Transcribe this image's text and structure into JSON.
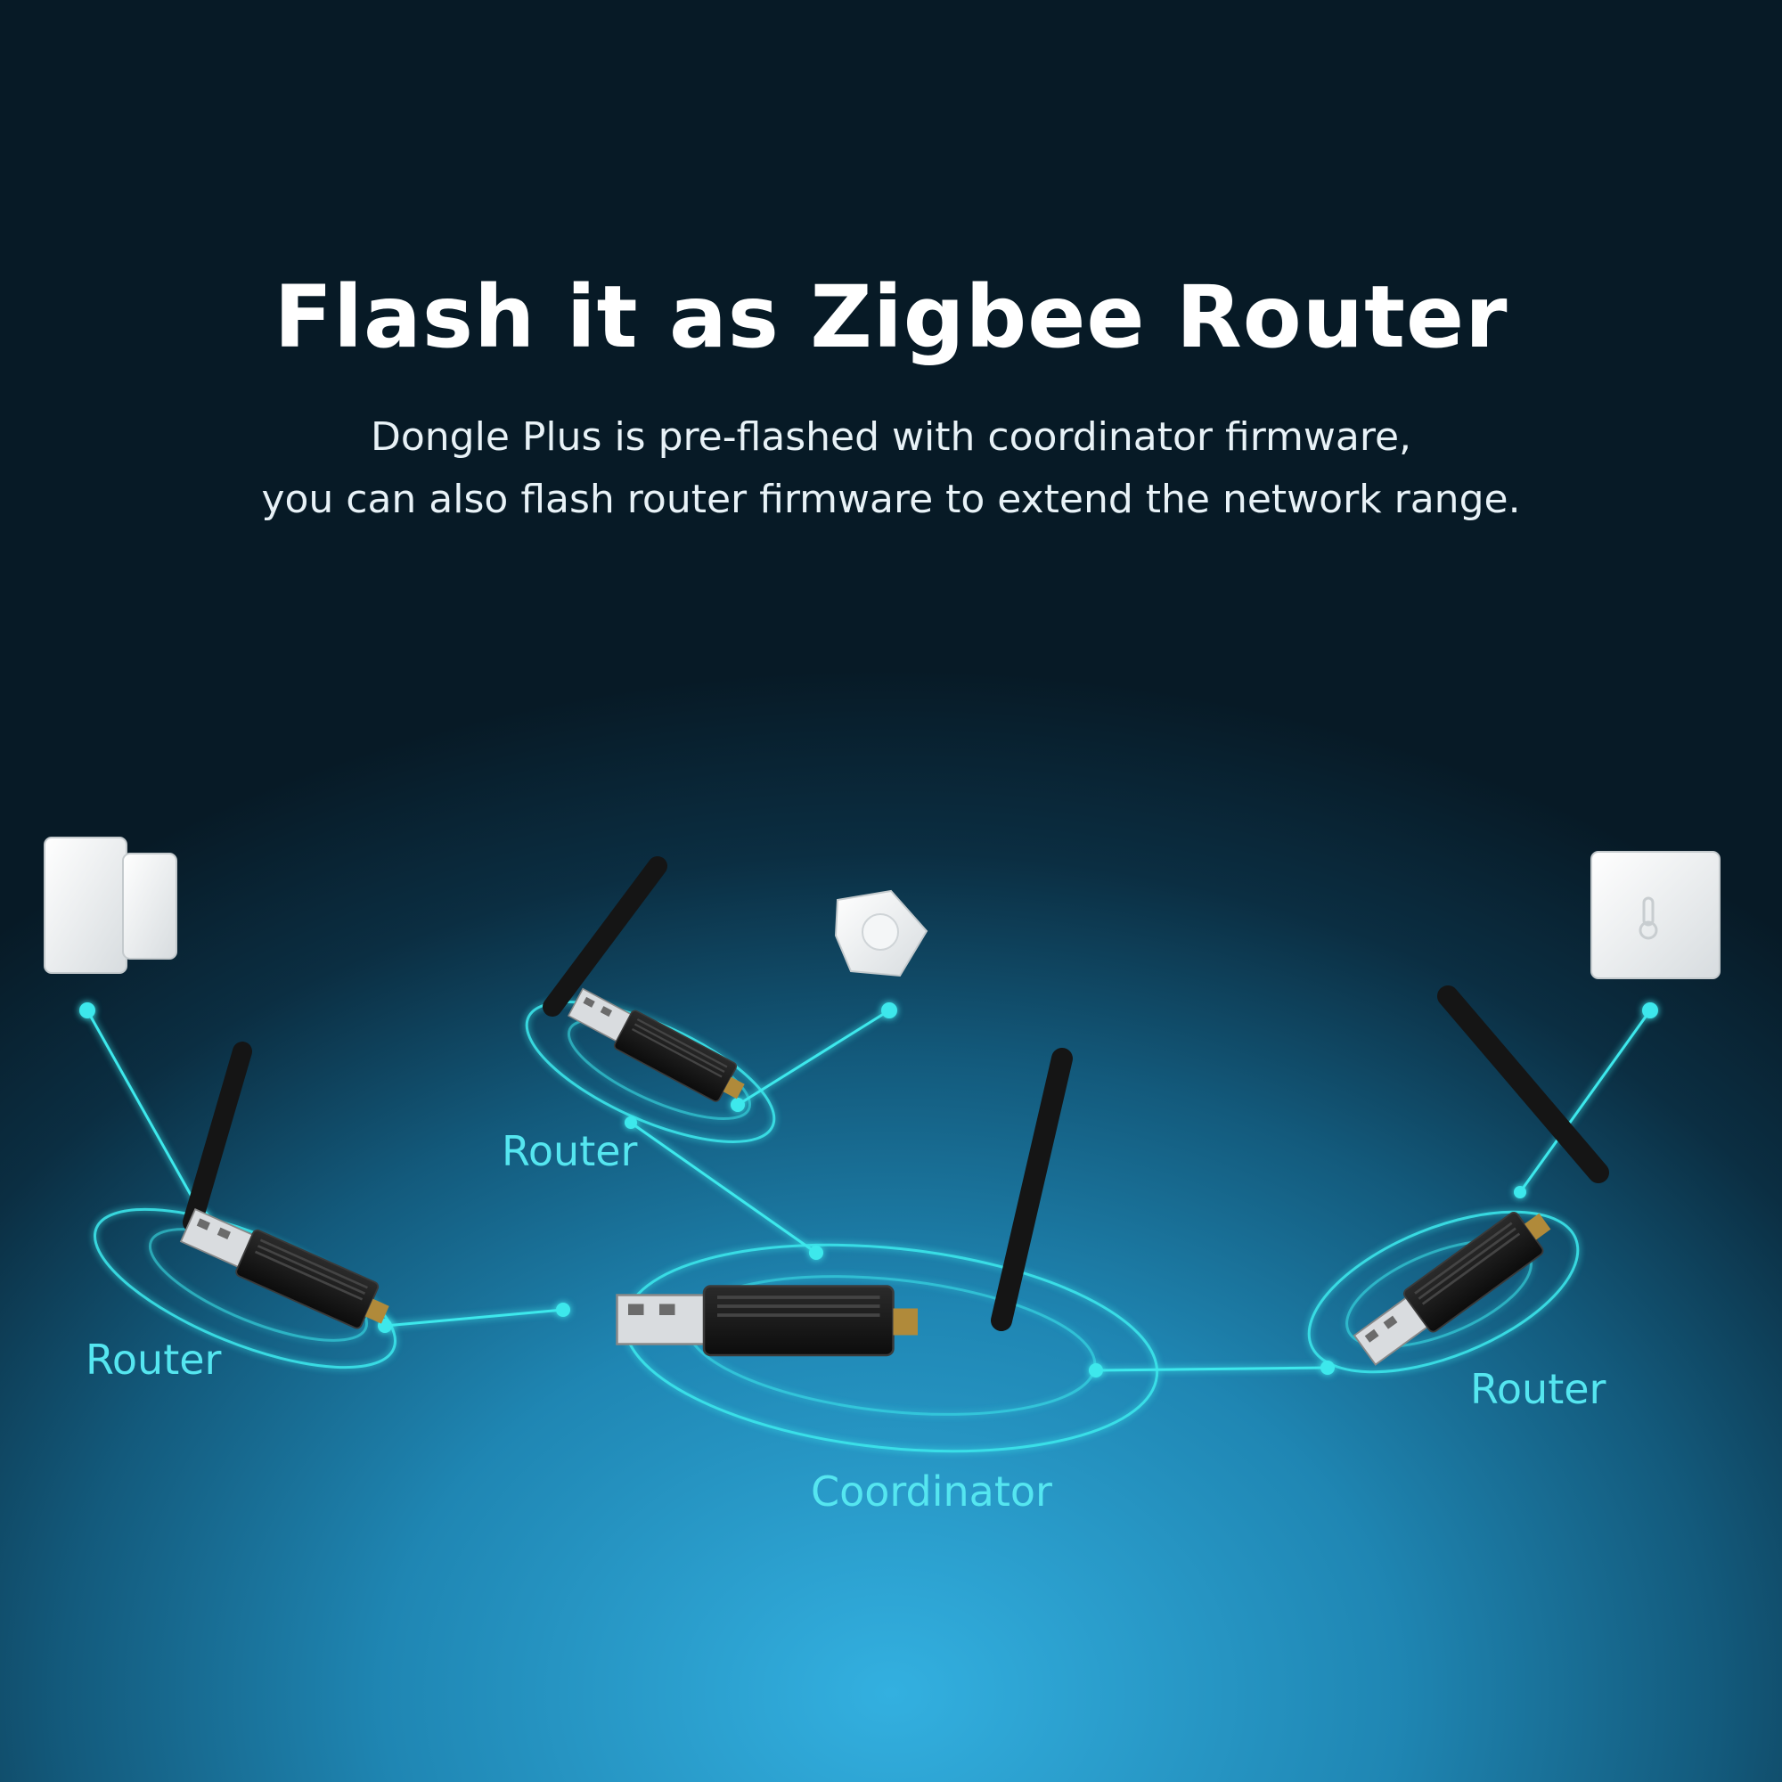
{
  "header": {
    "title": "Flash it as Zigbee Router",
    "subtitle_line1": "Dongle Plus is pre-flashed with coordinator firmware,",
    "subtitle_line2": "you can also flash router firmware to extend the network range."
  },
  "nodes": {
    "router_left": "Router",
    "router_top": "Router",
    "router_right": "Router",
    "coordinator": "Coordinator"
  },
  "colors": {
    "link": "#3ee8ec",
    "label": "#55e6f0"
  },
  "icons": {
    "sensor_left": "door-window-sensor-icon",
    "sensor_top": "motion-sensor-icon",
    "sensor_right": "temperature-sensor-icon",
    "device": "usb-dongle-icon"
  }
}
